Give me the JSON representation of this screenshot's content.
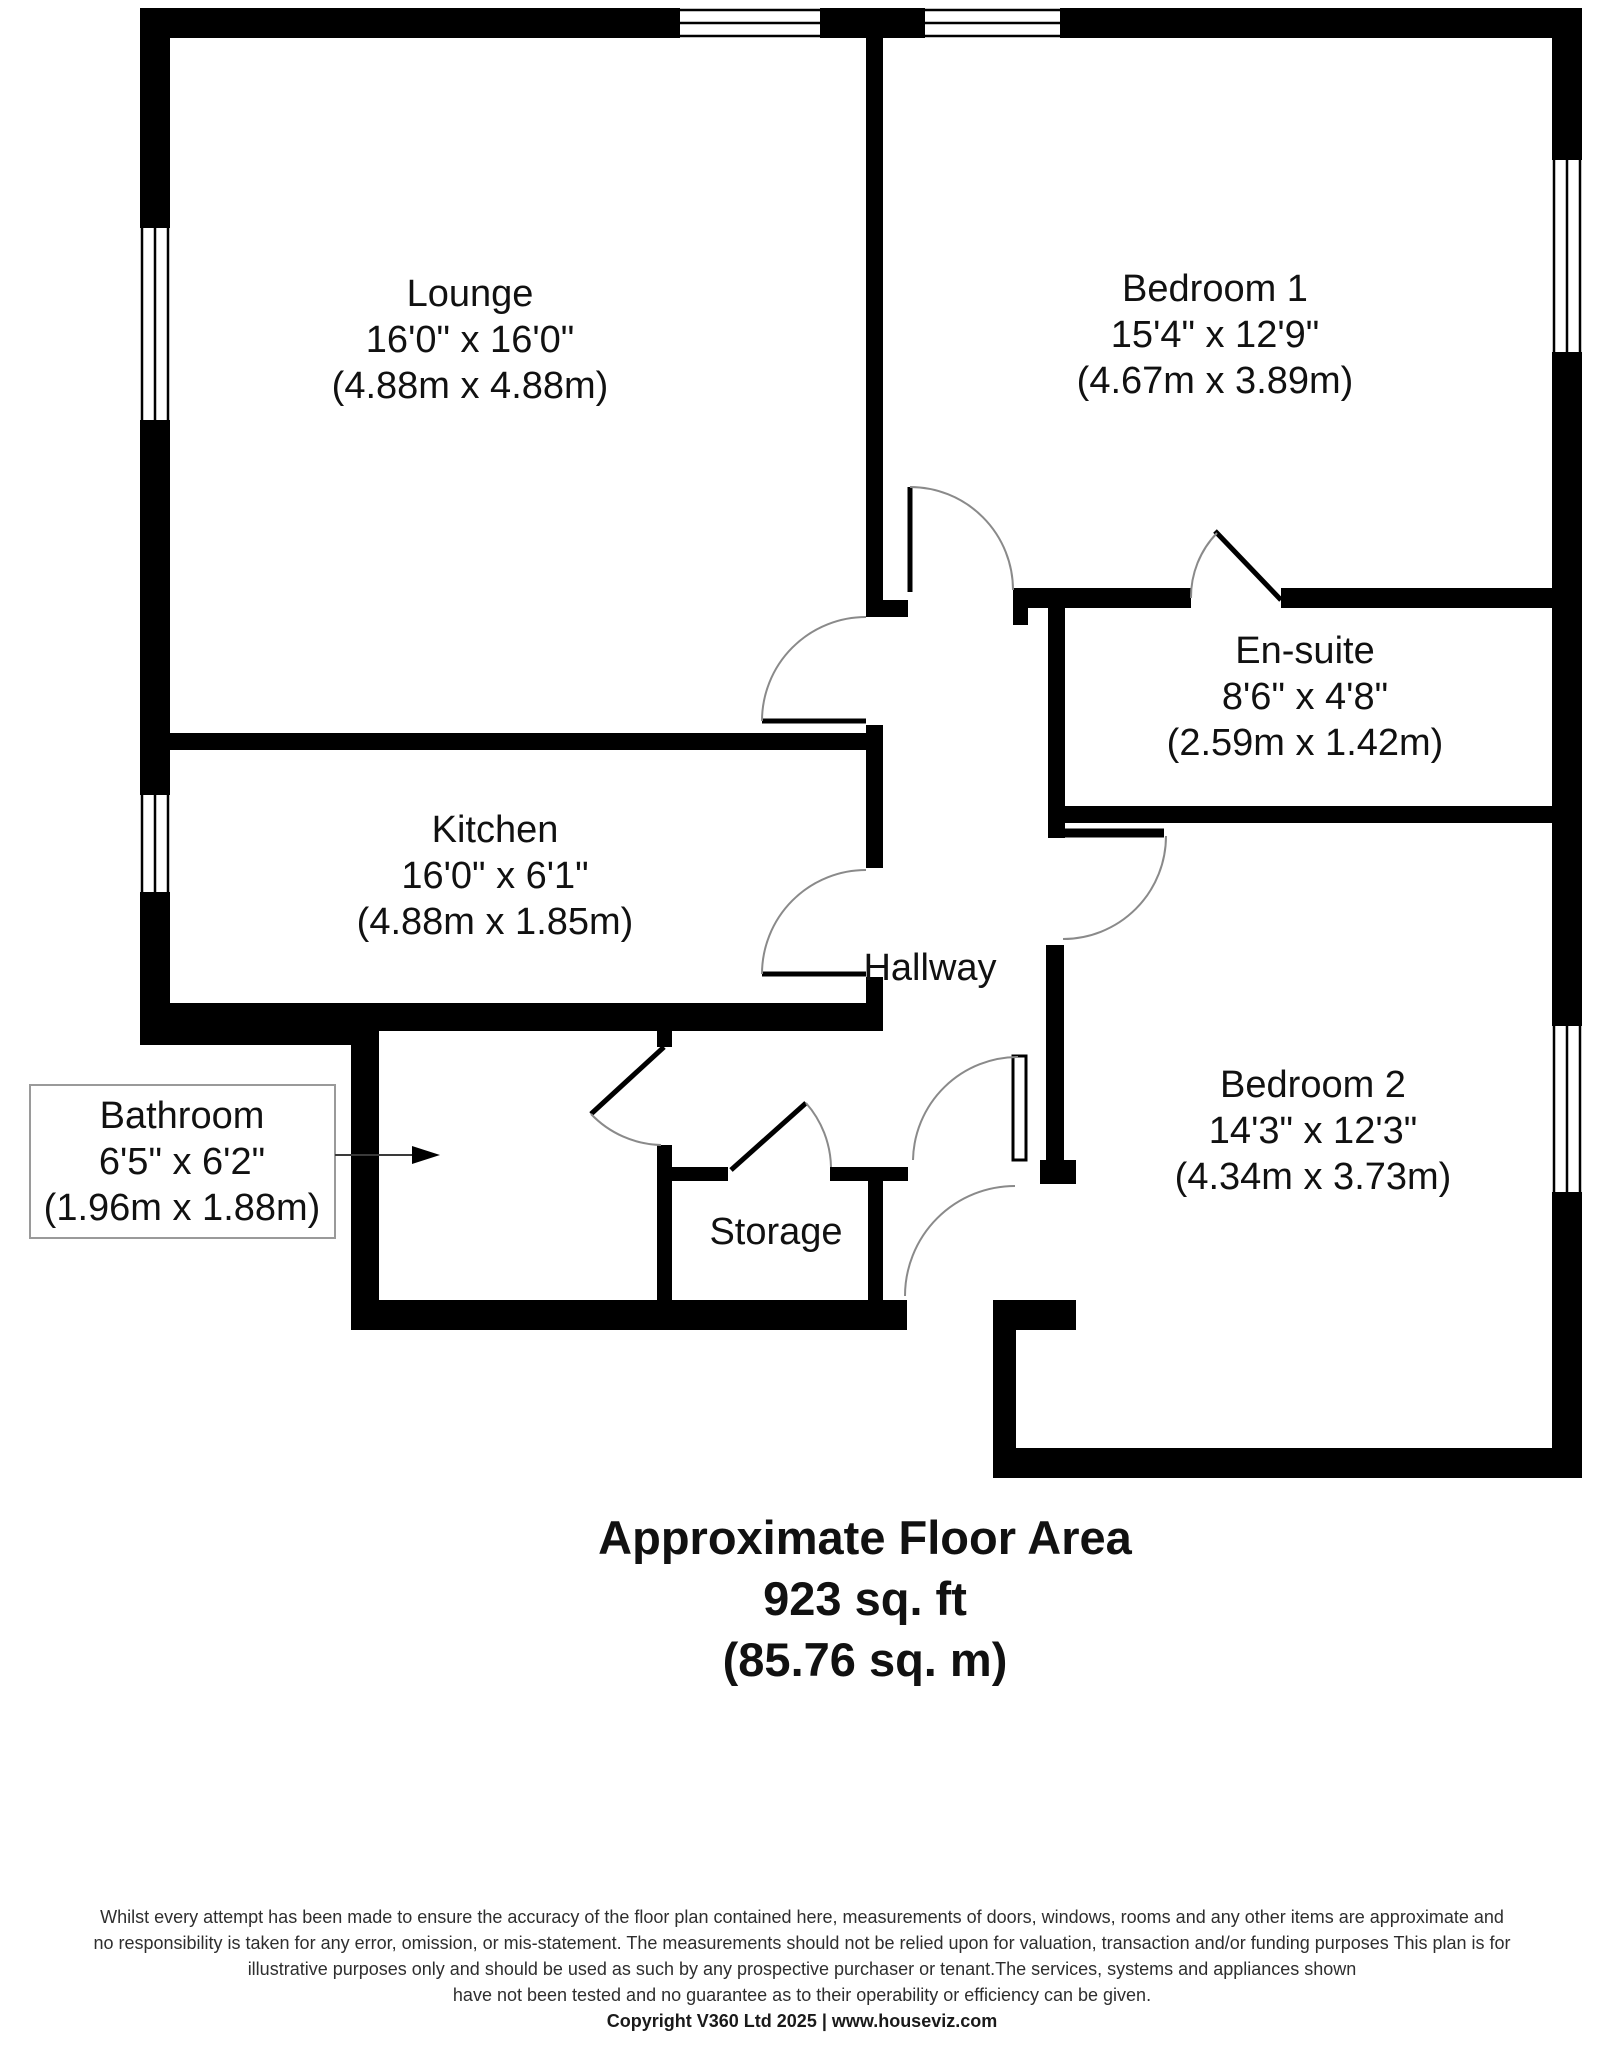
{
  "colors": {
    "wall": "#000000",
    "door_arc": "#8a8a8a",
    "label_text": "#111111",
    "footer_text": "#2e2e2e"
  },
  "rooms": {
    "lounge": {
      "name": "Lounge",
      "imperial": "16'0\" x 16'0\"",
      "metric": "(4.88m x 4.88m)"
    },
    "bedroom1": {
      "name": "Bedroom 1",
      "imperial": "15'4\" x 12'9\"",
      "metric": "(4.67m x 3.89m)"
    },
    "ensuite": {
      "name": "En-suite",
      "imperial": "8'6\" x 4'8\"",
      "metric": "(2.59m x 1.42m)"
    },
    "kitchen": {
      "name": "Kitchen",
      "imperial": "16'0\" x 6'1\"",
      "metric": "(4.88m x 1.85m)"
    },
    "bedroom2": {
      "name": "Bedroom 2",
      "imperial": "14'3\" x 12'3\"",
      "metric": "(4.34m x 3.73m)"
    },
    "bathroom": {
      "name": "Bathroom",
      "imperial": "6'5\" x 6'2\"",
      "metric": "(1.96m x 1.88m)"
    },
    "hallway": {
      "name": "Hallway"
    },
    "storage": {
      "name": "Storage"
    }
  },
  "summary": {
    "title": "Approximate Floor Area",
    "area_imperial": "923 sq. ft",
    "area_metric": "(85.76 sq. m)"
  },
  "footer": {
    "line1": "Whilst every attempt has been made to ensure the accuracy of the floor plan contained here, measurements of doors, windows, rooms and any other items are approximate and",
    "line2": "no responsibility is taken for any error, omission, or mis-statement.  The measurements should not be relied upon for valuation, transaction and/or funding purposes This plan is for",
    "line3": "illustrative purposes only and should be used as such by any prospective purchaser or tenant.The services, systems and appliances shown",
    "line4": "have not been tested and no guarantee as to their operability or efficiency can be given.",
    "copyright": "Copyright V360 Ltd 2025 | www.houseviz.com"
  }
}
